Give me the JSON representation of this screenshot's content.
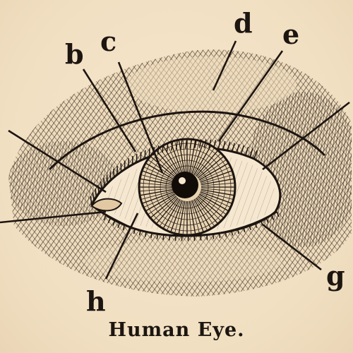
{
  "labels": {
    "b": "b",
    "c": "c",
    "d": "d",
    "e": "e",
    "g": "g",
    "h": "h"
  },
  "caption": "Human Eye.",
  "colors": {
    "paper": "#f4e3c8",
    "ink": "#1c1510"
  }
}
